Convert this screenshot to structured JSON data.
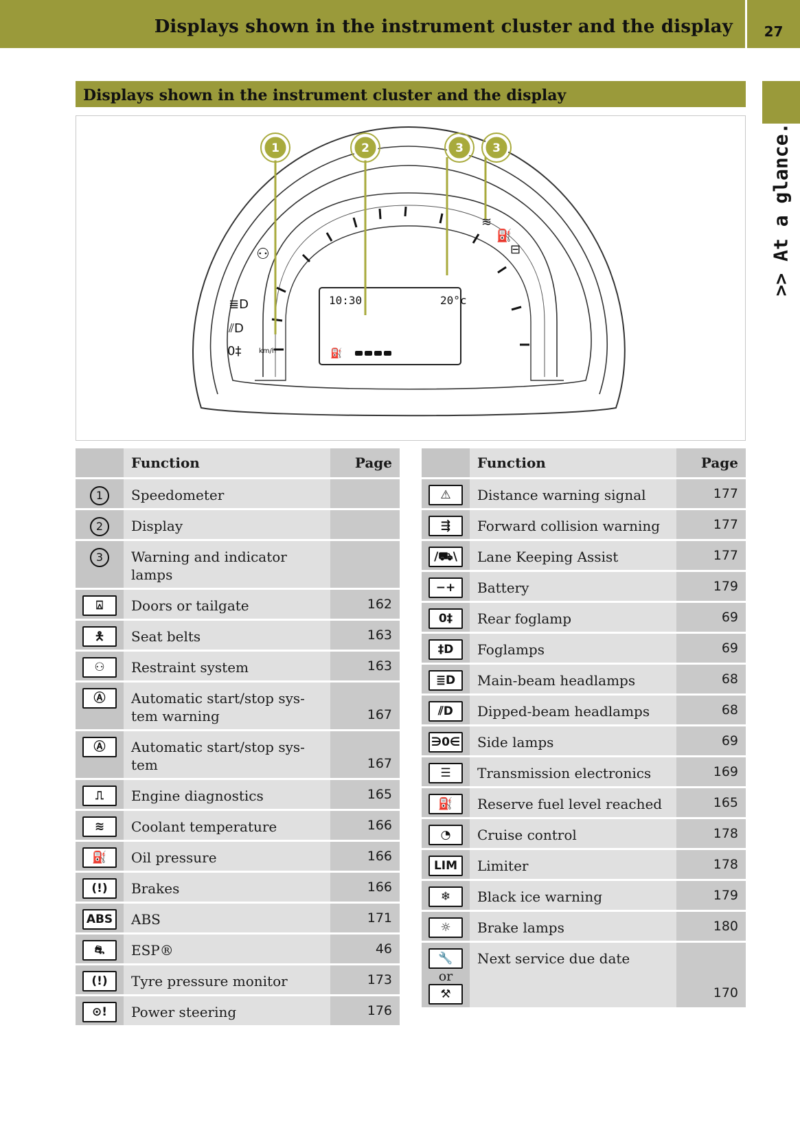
{
  "header": {
    "title": "Displays shown in the instrument cluster and the display",
    "page_number": "27"
  },
  "side_tab": {
    "text": ">> At a glance."
  },
  "section": {
    "title": "Displays shown in the instrument cluster and the display"
  },
  "figure": {
    "callouts": [
      "1",
      "2",
      "3",
      "3"
    ],
    "display_time": "10:30",
    "display_temp": "20°c",
    "speed_unit": "km/h"
  },
  "table_left": {
    "headers": {
      "function": "Function",
      "page": "Page"
    },
    "rows": [
      {
        "icon": "1",
        "icon_type": "number",
        "function": "Speedometer",
        "page": ""
      },
      {
        "icon": "2",
        "icon_type": "number",
        "function": "Display",
        "page": ""
      },
      {
        "icon": "3",
        "icon_type": "number",
        "function": "Warning and indicator lamps",
        "page": ""
      },
      {
        "icon": "⍓",
        "icon_type": "box",
        "icon_name": "doors-icon",
        "function": "Doors or tailgate",
        "page": "162"
      },
      {
        "icon": "🯅",
        "icon_type": "box",
        "icon_name": "seat-belt-icon",
        "function": "Seat belts",
        "page": "163"
      },
      {
        "icon": "⚇",
        "icon_type": "box",
        "icon_name": "restraint-icon",
        "function": "Restraint system",
        "page": "163"
      },
      {
        "icon": "Ⓐ",
        "icon_type": "box",
        "icon_name": "auto-start-stop-warning-icon",
        "function": "Automatic start/stop sys-tem warning",
        "page": "167"
      },
      {
        "icon": "Ⓐ",
        "icon_type": "box",
        "icon_name": "auto-start-stop-icon",
        "function": "Automatic start/stop sys-tem",
        "page": "167"
      },
      {
        "icon": "⎍",
        "icon_type": "box",
        "icon_name": "engine-icon",
        "function": "Engine diagnostics",
        "page": "165"
      },
      {
        "icon": "≋",
        "icon_type": "box",
        "icon_name": "coolant-icon",
        "function": "Coolant temperature",
        "page": "166"
      },
      {
        "icon": "⛽",
        "icon_type": "box",
        "icon_name": "oil-can-icon",
        "function": "Oil pressure",
        "page": "166"
      },
      {
        "icon": "(!)",
        "icon_type": "box",
        "icon_name": "brake-icon",
        "function": "Brakes",
        "page": "166"
      },
      {
        "icon": "ABS",
        "icon_type": "box",
        "icon_name": "abs-icon",
        "function": "ABS",
        "page": "171"
      },
      {
        "icon": "⛐",
        "icon_type": "box",
        "icon_name": "esp-icon",
        "function": "ESP®",
        "page": "46"
      },
      {
        "icon": "(!)",
        "icon_type": "box",
        "icon_name": "tyre-pressure-icon",
        "function": "Tyre pressure monitor",
        "page": "173"
      },
      {
        "icon": "⊙!",
        "icon_type": "box",
        "icon_name": "power-steering-icon",
        "function": "Power steering",
        "page": "176"
      }
    ]
  },
  "table_right": {
    "headers": {
      "function": "Function",
      "page": "Page"
    },
    "rows": [
      {
        "icon": "⚠",
        "icon_name": "distance-warning-icon",
        "function": "Distance warning signal",
        "page": "177"
      },
      {
        "icon": "⇶",
        "icon_name": "forward-collision-icon",
        "function": "Forward collision warning",
        "page": "177"
      },
      {
        "icon": "/⛟\\",
        "icon_name": "lane-keeping-icon",
        "function": "Lane Keeping Assist",
        "page": "177"
      },
      {
        "icon": "−+",
        "icon_name": "battery-icon",
        "function": "Battery",
        "page": "179"
      },
      {
        "icon": "0‡",
        "icon_name": "rear-foglamp-icon",
        "function": "Rear foglamp",
        "page": "69"
      },
      {
        "icon": "‡D",
        "icon_name": "foglamp-icon",
        "function": "Foglamps",
        "page": "69"
      },
      {
        "icon": "≣D",
        "icon_name": "main-beam-icon",
        "function": "Main-beam headlamps",
        "page": "68"
      },
      {
        "icon": "⫽D",
        "icon_name": "dipped-beam-icon",
        "function": "Dipped-beam headlamps",
        "page": "68"
      },
      {
        "icon": "∋0∈",
        "icon_name": "side-lamps-icon",
        "function": "Side lamps",
        "page": "69"
      },
      {
        "icon": "☰",
        "icon_name": "transmission-icon",
        "function": "Transmission electronics",
        "page": "169"
      },
      {
        "icon": "⛽",
        "icon_name": "fuel-icon",
        "function": "Reserve fuel level reached",
        "page": "165"
      },
      {
        "icon": "◔",
        "icon_name": "cruise-control-icon",
        "function": "Cruise control",
        "page": "178"
      },
      {
        "icon": "LIM",
        "icon_name": "limiter-icon",
        "function": "Limiter",
        "page": "178"
      },
      {
        "icon": "❄",
        "icon_name": "black-ice-icon",
        "function": "Black ice warning",
        "page": "179"
      },
      {
        "icon": "☼",
        "icon_name": "brake-lamps-icon",
        "function": "Brake lamps",
        "page": "180"
      }
    ],
    "service_row": {
      "icon_top": "🔧",
      "or_text": "or",
      "icon_bottom": "⚒",
      "function": "Next service due date",
      "page": "170"
    }
  },
  "colors": {
    "accent": "#9a9a3a",
    "callout_fill": "#a8aa3c",
    "row_bg": "#e0e0e0",
    "icon_bg": "#c5c5c5"
  }
}
